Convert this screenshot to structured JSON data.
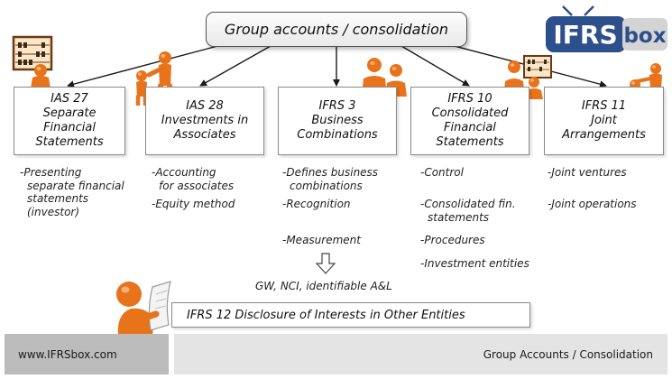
{
  "title": "Group accounts / consolidation",
  "logo": {
    "part1": "IFRS",
    "part2": "box"
  },
  "standards": [
    {
      "id": "ias27",
      "lines": [
        "IAS 27",
        "Separate",
        "Financial",
        "Statements"
      ],
      "items": [
        {
          "lines": [
            "-Presenting",
            "separate financial",
            "statements",
            "(investor)"
          ]
        }
      ]
    },
    {
      "id": "ias28",
      "lines": [
        "IAS 28",
        "Investments in",
        "Associates"
      ],
      "items": [
        {
          "lines": [
            "-Accounting",
            "for associates"
          ]
        },
        {
          "lines": [
            "-Equity method"
          ]
        }
      ]
    },
    {
      "id": "ifrs3",
      "lines": [
        "IFRS 3",
        "Business",
        "Combinations"
      ],
      "items": [
        {
          "lines": [
            "-Defines business",
            "combinations"
          ]
        },
        {
          "lines": [
            "-Recognition"
          ]
        },
        {
          "lines": [
            "-Measurement"
          ]
        }
      ]
    },
    {
      "id": "ifrs10",
      "lines": [
        "IFRS 10",
        "Consolidated",
        "Financial",
        "Statements"
      ],
      "items": [
        {
          "lines": [
            "-Control"
          ]
        },
        {
          "lines": [
            "-Consolidated fin.",
            "statements"
          ]
        },
        {
          "lines": [
            "-Procedures"
          ]
        },
        {
          "lines": [
            "-Investment entities"
          ]
        }
      ]
    },
    {
      "id": "ifrs11",
      "lines": [
        "IFRS 11",
        "Joint",
        "Arrangements"
      ],
      "items": [
        {
          "lines": [
            "-Joint ventures"
          ]
        },
        {
          "lines": [
            "-Joint operations"
          ]
        }
      ]
    }
  ],
  "measurement_note": "GW, NCI, identifiable A&L",
  "ifrs12": "IFRS 12 Disclosure of Interests in Other Entities",
  "footer": {
    "website": "www.IFRSbox.com",
    "topic": "Group Accounts / Consolidation"
  },
  "colors": {
    "accent_orange": "#e8731a",
    "logo_blue": "#2d4f8b",
    "logo_gray": "#d0d0d0"
  },
  "icons": [
    "abacus-person-icon",
    "people-pointing-icon",
    "business-group-icon",
    "abacus-group-icon",
    "joint-people-icon",
    "reading-person-icon"
  ]
}
